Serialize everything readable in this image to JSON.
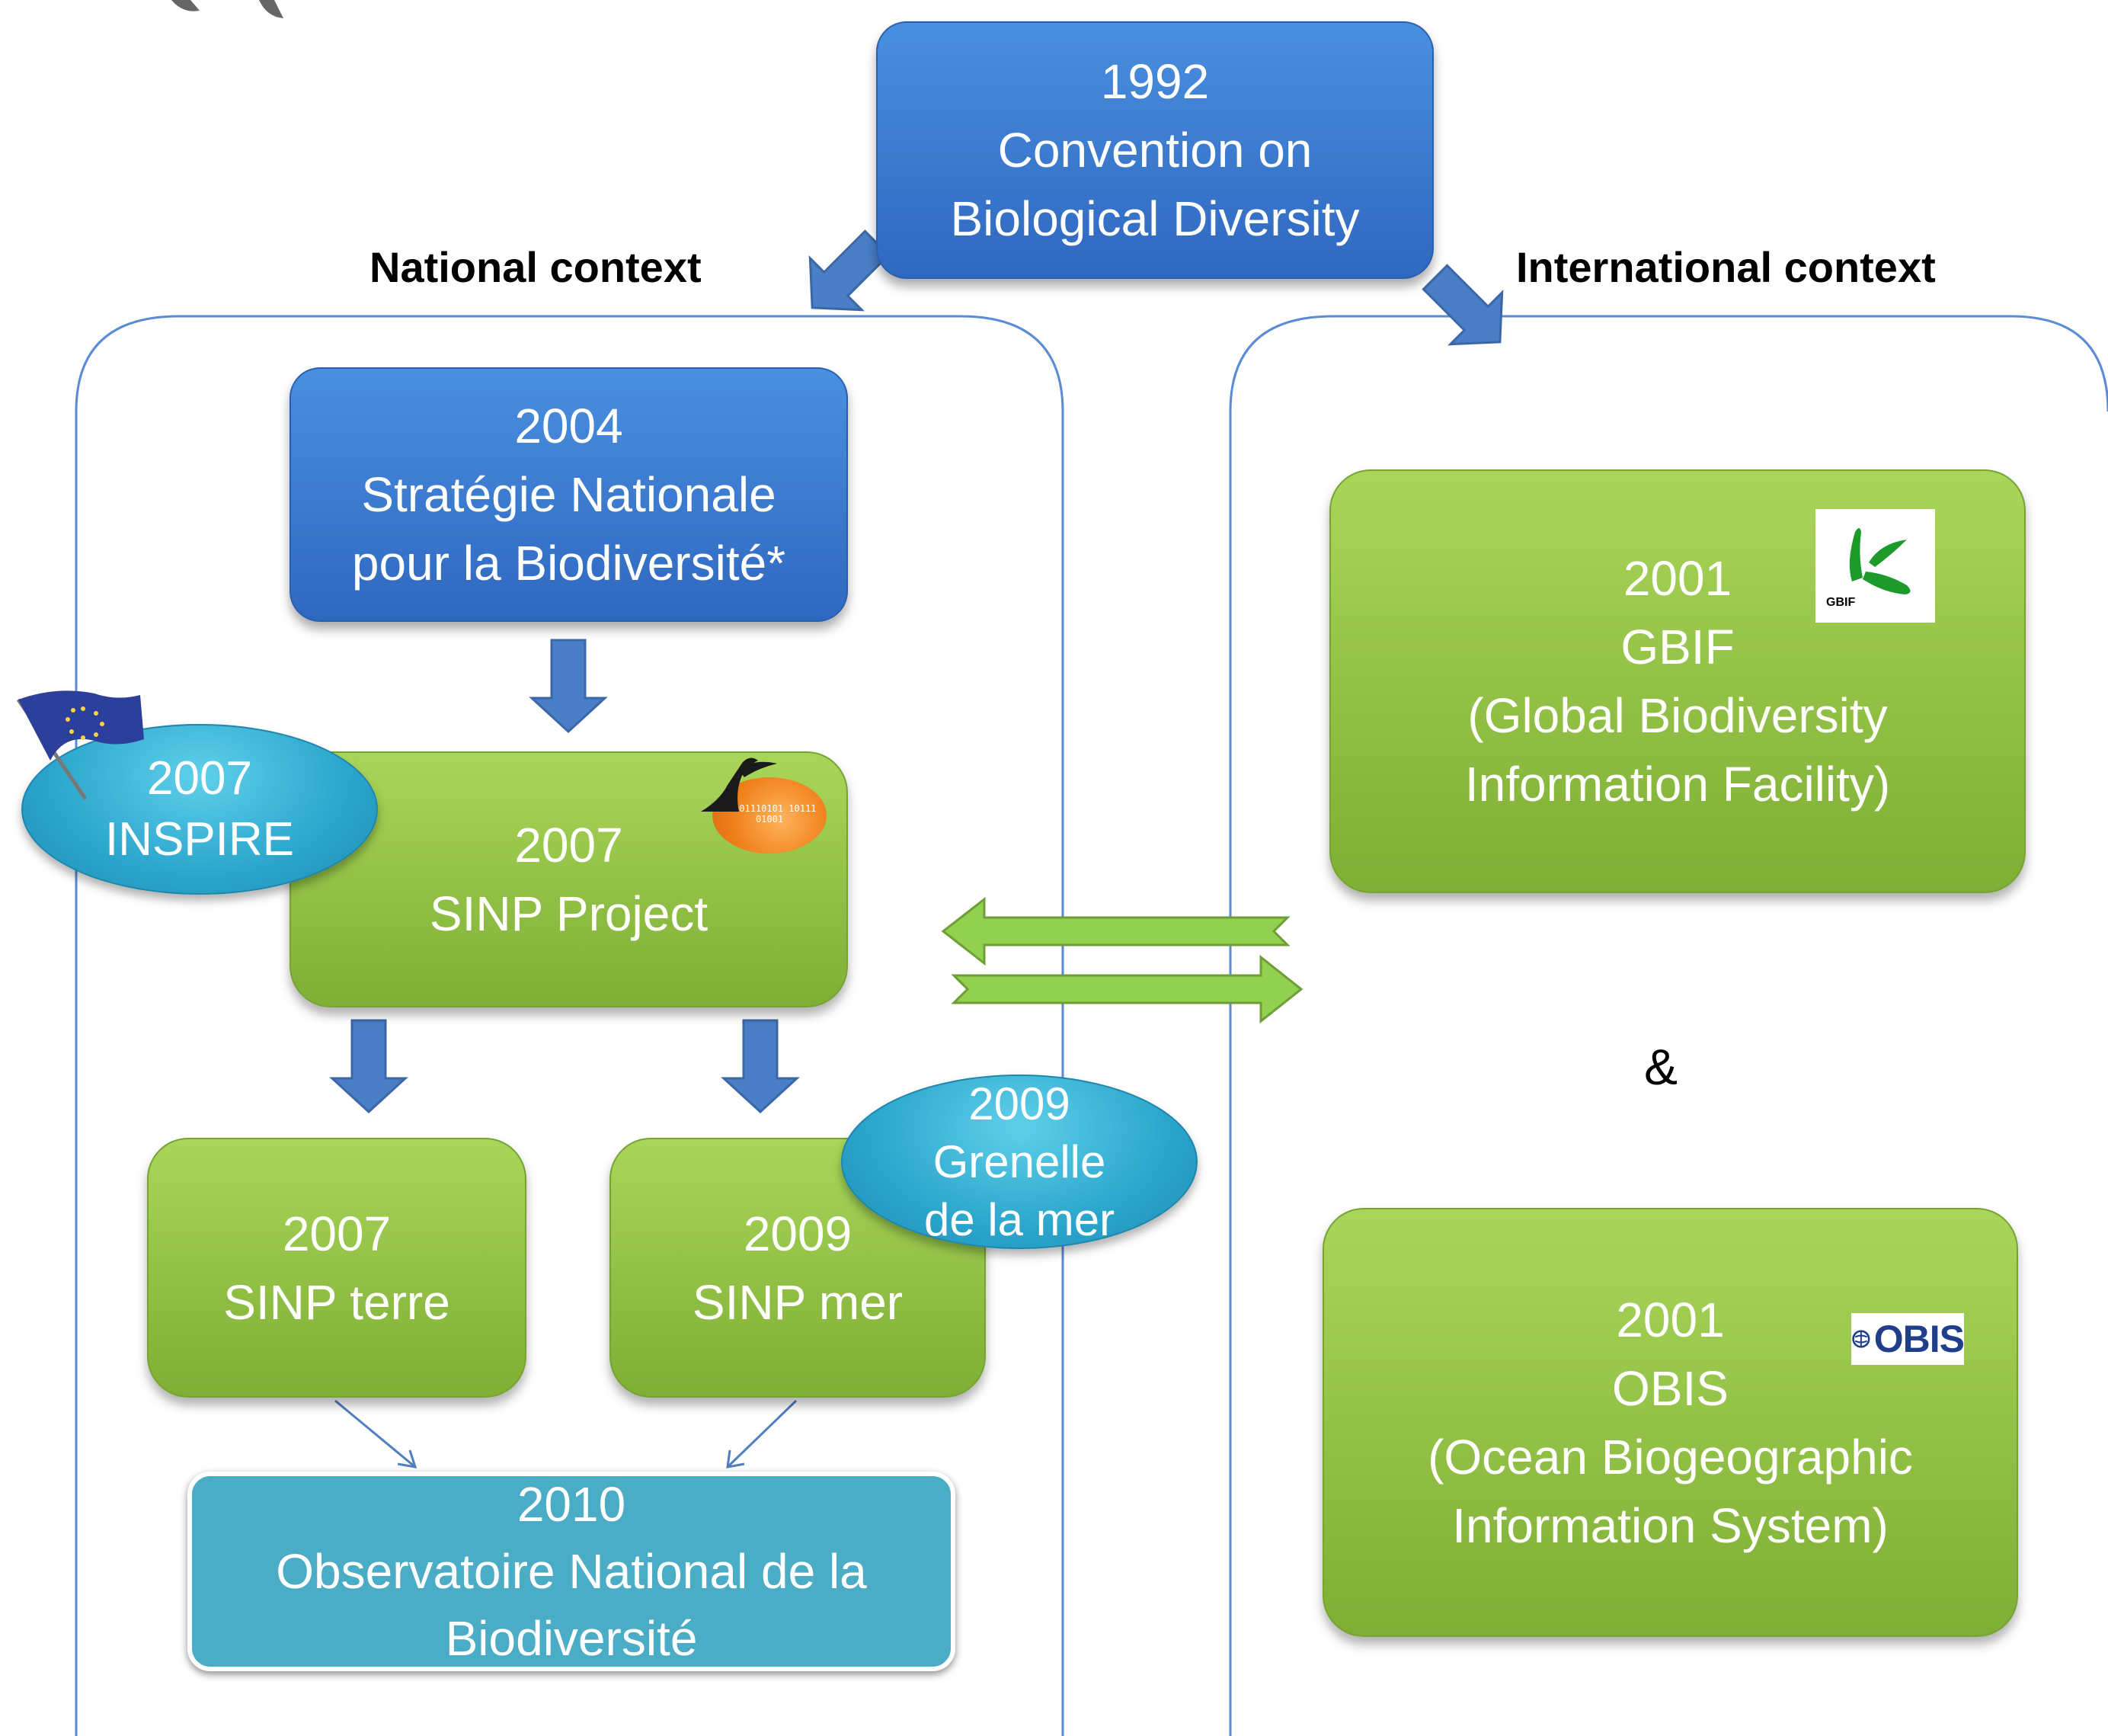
{
  "root": {
    "year": "1992",
    "line1": "Convention on",
    "line2": "Biological Diversity"
  },
  "national_context": "National context",
  "international_context": "International context",
  "snb": {
    "year": "2004",
    "line1": "Stratégie Nationale",
    "line2": "pour la Biodiversité*"
  },
  "inspire": {
    "year": "2007",
    "label": "INSPIRE"
  },
  "sinp_project": {
    "year": "2007",
    "label": "SINP Project",
    "logo_text": "01001110101 1011101001"
  },
  "sinp_terre": {
    "year": "2007",
    "label": "SINP terre"
  },
  "sinp_mer": {
    "year": "2009",
    "label": "SINP mer"
  },
  "grenelle": {
    "year": "2009",
    "line1": "Grenelle",
    "line2": "de la mer"
  },
  "onb": {
    "year": "2010",
    "line1": "Observatoire National de la",
    "line2": "Biodiversité"
  },
  "gbif": {
    "year": "2001",
    "name": "GBIF",
    "line1": "(Global Biodiversity",
    "line2": "Information Facility)",
    "logo_text": "GBIF"
  },
  "ampersand": "&",
  "obis": {
    "year": "2001",
    "name": "OBIS",
    "line1": "(Ocean Biogeographic",
    "line2": "Information System)",
    "logo_text": "OBIS"
  },
  "colors": {
    "blue_box": "#3b7dd8",
    "green_box": "#92c447",
    "teal_box": "#4bacc6",
    "oval": "#2ba5cc",
    "arrow_blue": "#4a7ec6",
    "arrow_green": "#92d050",
    "container_border": "#5b8ad6"
  }
}
